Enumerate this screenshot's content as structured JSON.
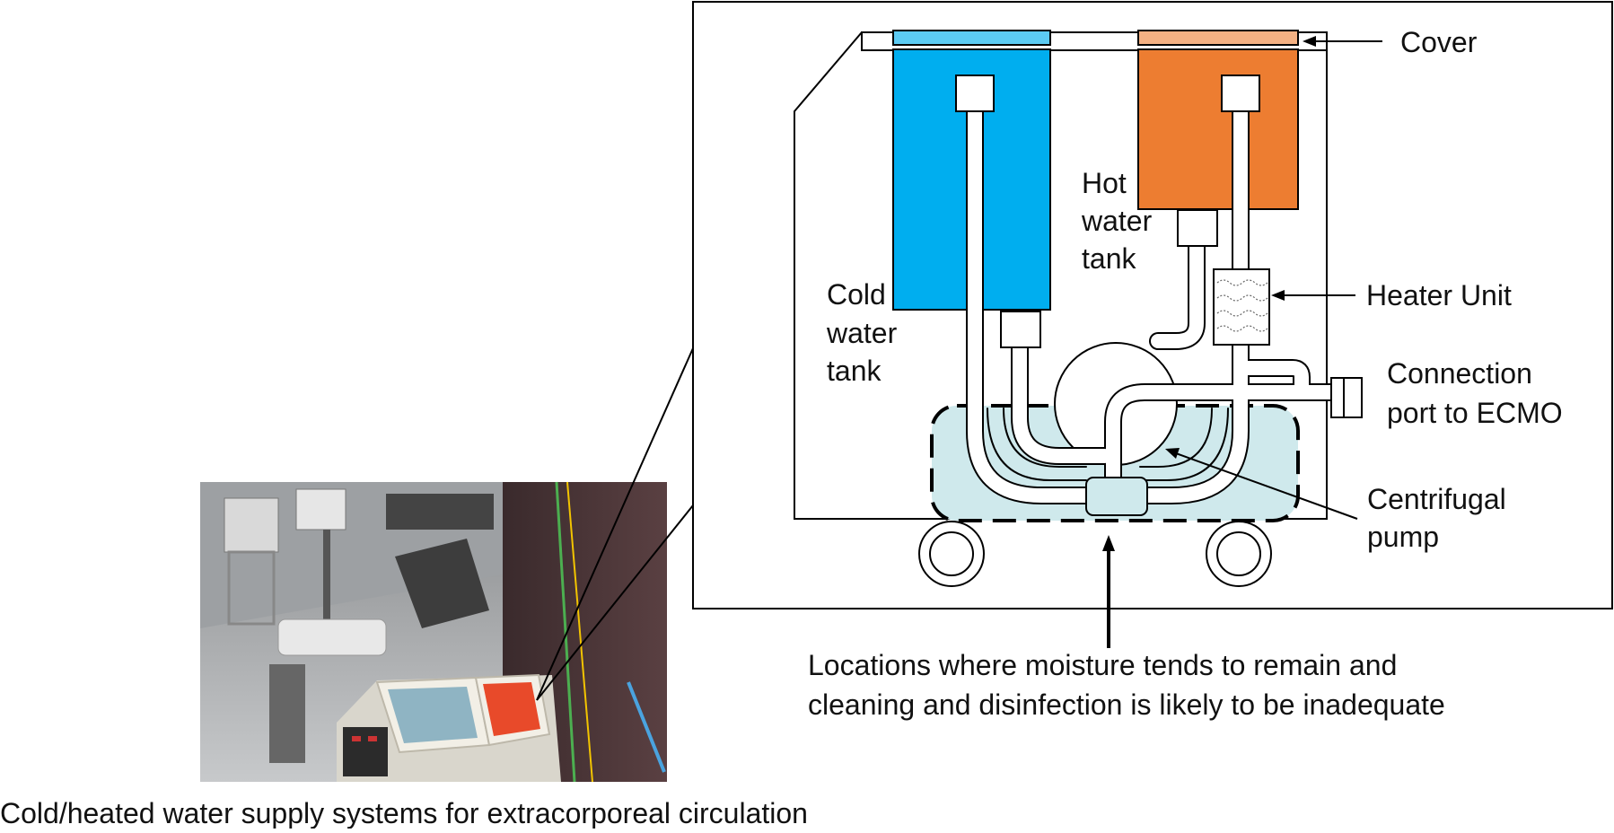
{
  "labels": {
    "cover": "Cover",
    "hot_water_tank": [
      "Hot",
      "water",
      "tank"
    ],
    "cold_water_tank": [
      "Cold",
      "water",
      "tank"
    ],
    "heater_unit": "Heater Unit",
    "connection_port": [
      "Connection",
      "port to ECMO"
    ],
    "centrifugal_pump": [
      "Centrifugal",
      "pump"
    ],
    "moisture_note": [
      "Locations where moisture tends to remain and",
      "cleaning and disinfection is likely to be inadequate"
    ],
    "caption": "Cold/heated water supply systems for extracorporeal circulation"
  },
  "colors": {
    "cold_tank": "#00aeef",
    "cold_cover": "#5ccbf3",
    "hot_tank": "#ed7d31",
    "hot_cover": "#f4b183",
    "moisture_area": "#cfe9ec",
    "line": "#000000"
  },
  "photo": {
    "description_icon": "photo-of-water-supply-device"
  }
}
